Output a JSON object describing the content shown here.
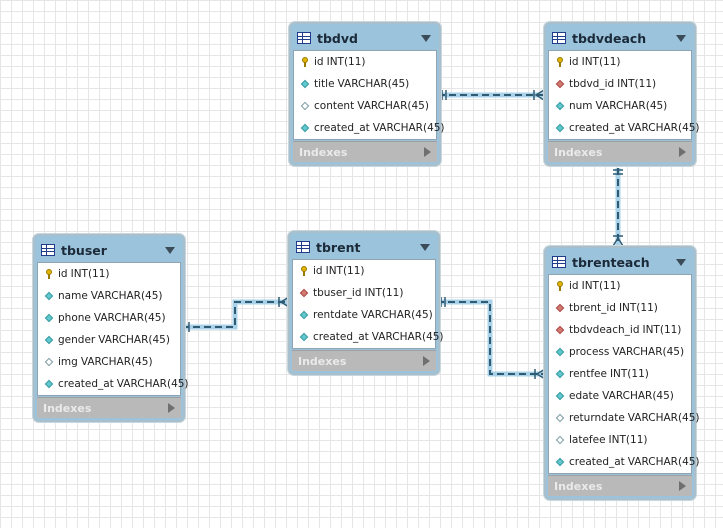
{
  "indexes_label": "Indexes",
  "colors": {
    "header": "#9cc3dc",
    "link": "#2f5b73",
    "link_glow": "#a9d2e8"
  },
  "tables": {
    "tbdvd": {
      "name": "tbdvd",
      "columns": [
        {
          "name": "id",
          "type": "INT(11)",
          "kind": "key"
        },
        {
          "name": "title",
          "type": "VARCHAR(45)",
          "kind": "attr"
        },
        {
          "name": "content",
          "type": "VARCHAR(45)",
          "kind": "attr-open"
        },
        {
          "name": "created_at",
          "type": "VARCHAR(45)",
          "kind": "attr"
        }
      ]
    },
    "tbdvdeach": {
      "name": "tbdvdeach",
      "columns": [
        {
          "name": "id",
          "type": "INT(11)",
          "kind": "key"
        },
        {
          "name": "tbdvd_id",
          "type": "INT(11)",
          "kind": "fk"
        },
        {
          "name": "num",
          "type": "VARCHAR(45)",
          "kind": "attr"
        },
        {
          "name": "created_at",
          "type": "VARCHAR(45)",
          "kind": "attr"
        }
      ]
    },
    "tbuser": {
      "name": "tbuser",
      "columns": [
        {
          "name": "id",
          "type": "INT(11)",
          "kind": "key"
        },
        {
          "name": "name",
          "type": "VARCHAR(45)",
          "kind": "attr"
        },
        {
          "name": "phone",
          "type": "VARCHAR(45)",
          "kind": "attr"
        },
        {
          "name": "gender",
          "type": "VARCHAR(45)",
          "kind": "attr"
        },
        {
          "name": "img",
          "type": "VARCHAR(45)",
          "kind": "attr-open"
        },
        {
          "name": "created_at",
          "type": "VARCHAR(45)",
          "kind": "attr"
        }
      ]
    },
    "tbrent": {
      "name": "tbrent",
      "columns": [
        {
          "name": "id",
          "type": "INT(11)",
          "kind": "key"
        },
        {
          "name": "tbuser_id",
          "type": "INT(11)",
          "kind": "fk"
        },
        {
          "name": "rentdate",
          "type": "VARCHAR(45)",
          "kind": "attr"
        },
        {
          "name": "created_at",
          "type": "VARCHAR(45)",
          "kind": "attr"
        }
      ]
    },
    "tbrenteach": {
      "name": "tbrenteach",
      "columns": [
        {
          "name": "id",
          "type": "INT(11)",
          "kind": "key"
        },
        {
          "name": "tbrent_id",
          "type": "INT(11)",
          "kind": "fk"
        },
        {
          "name": "tbdvdeach_id",
          "type": "INT(11)",
          "kind": "fk"
        },
        {
          "name": "process",
          "type": "VARCHAR(45)",
          "kind": "attr"
        },
        {
          "name": "rentfee",
          "type": "INT(11)",
          "kind": "attr"
        },
        {
          "name": "edate",
          "type": "VARCHAR(45)",
          "kind": "attr"
        },
        {
          "name": "returndate",
          "type": "VARCHAR(45)",
          "kind": "attr-open"
        },
        {
          "name": "latefee",
          "type": "INT(11)",
          "kind": "attr-open"
        },
        {
          "name": "created_at",
          "type": "VARCHAR(45)",
          "kind": "attr"
        }
      ]
    }
  }
}
